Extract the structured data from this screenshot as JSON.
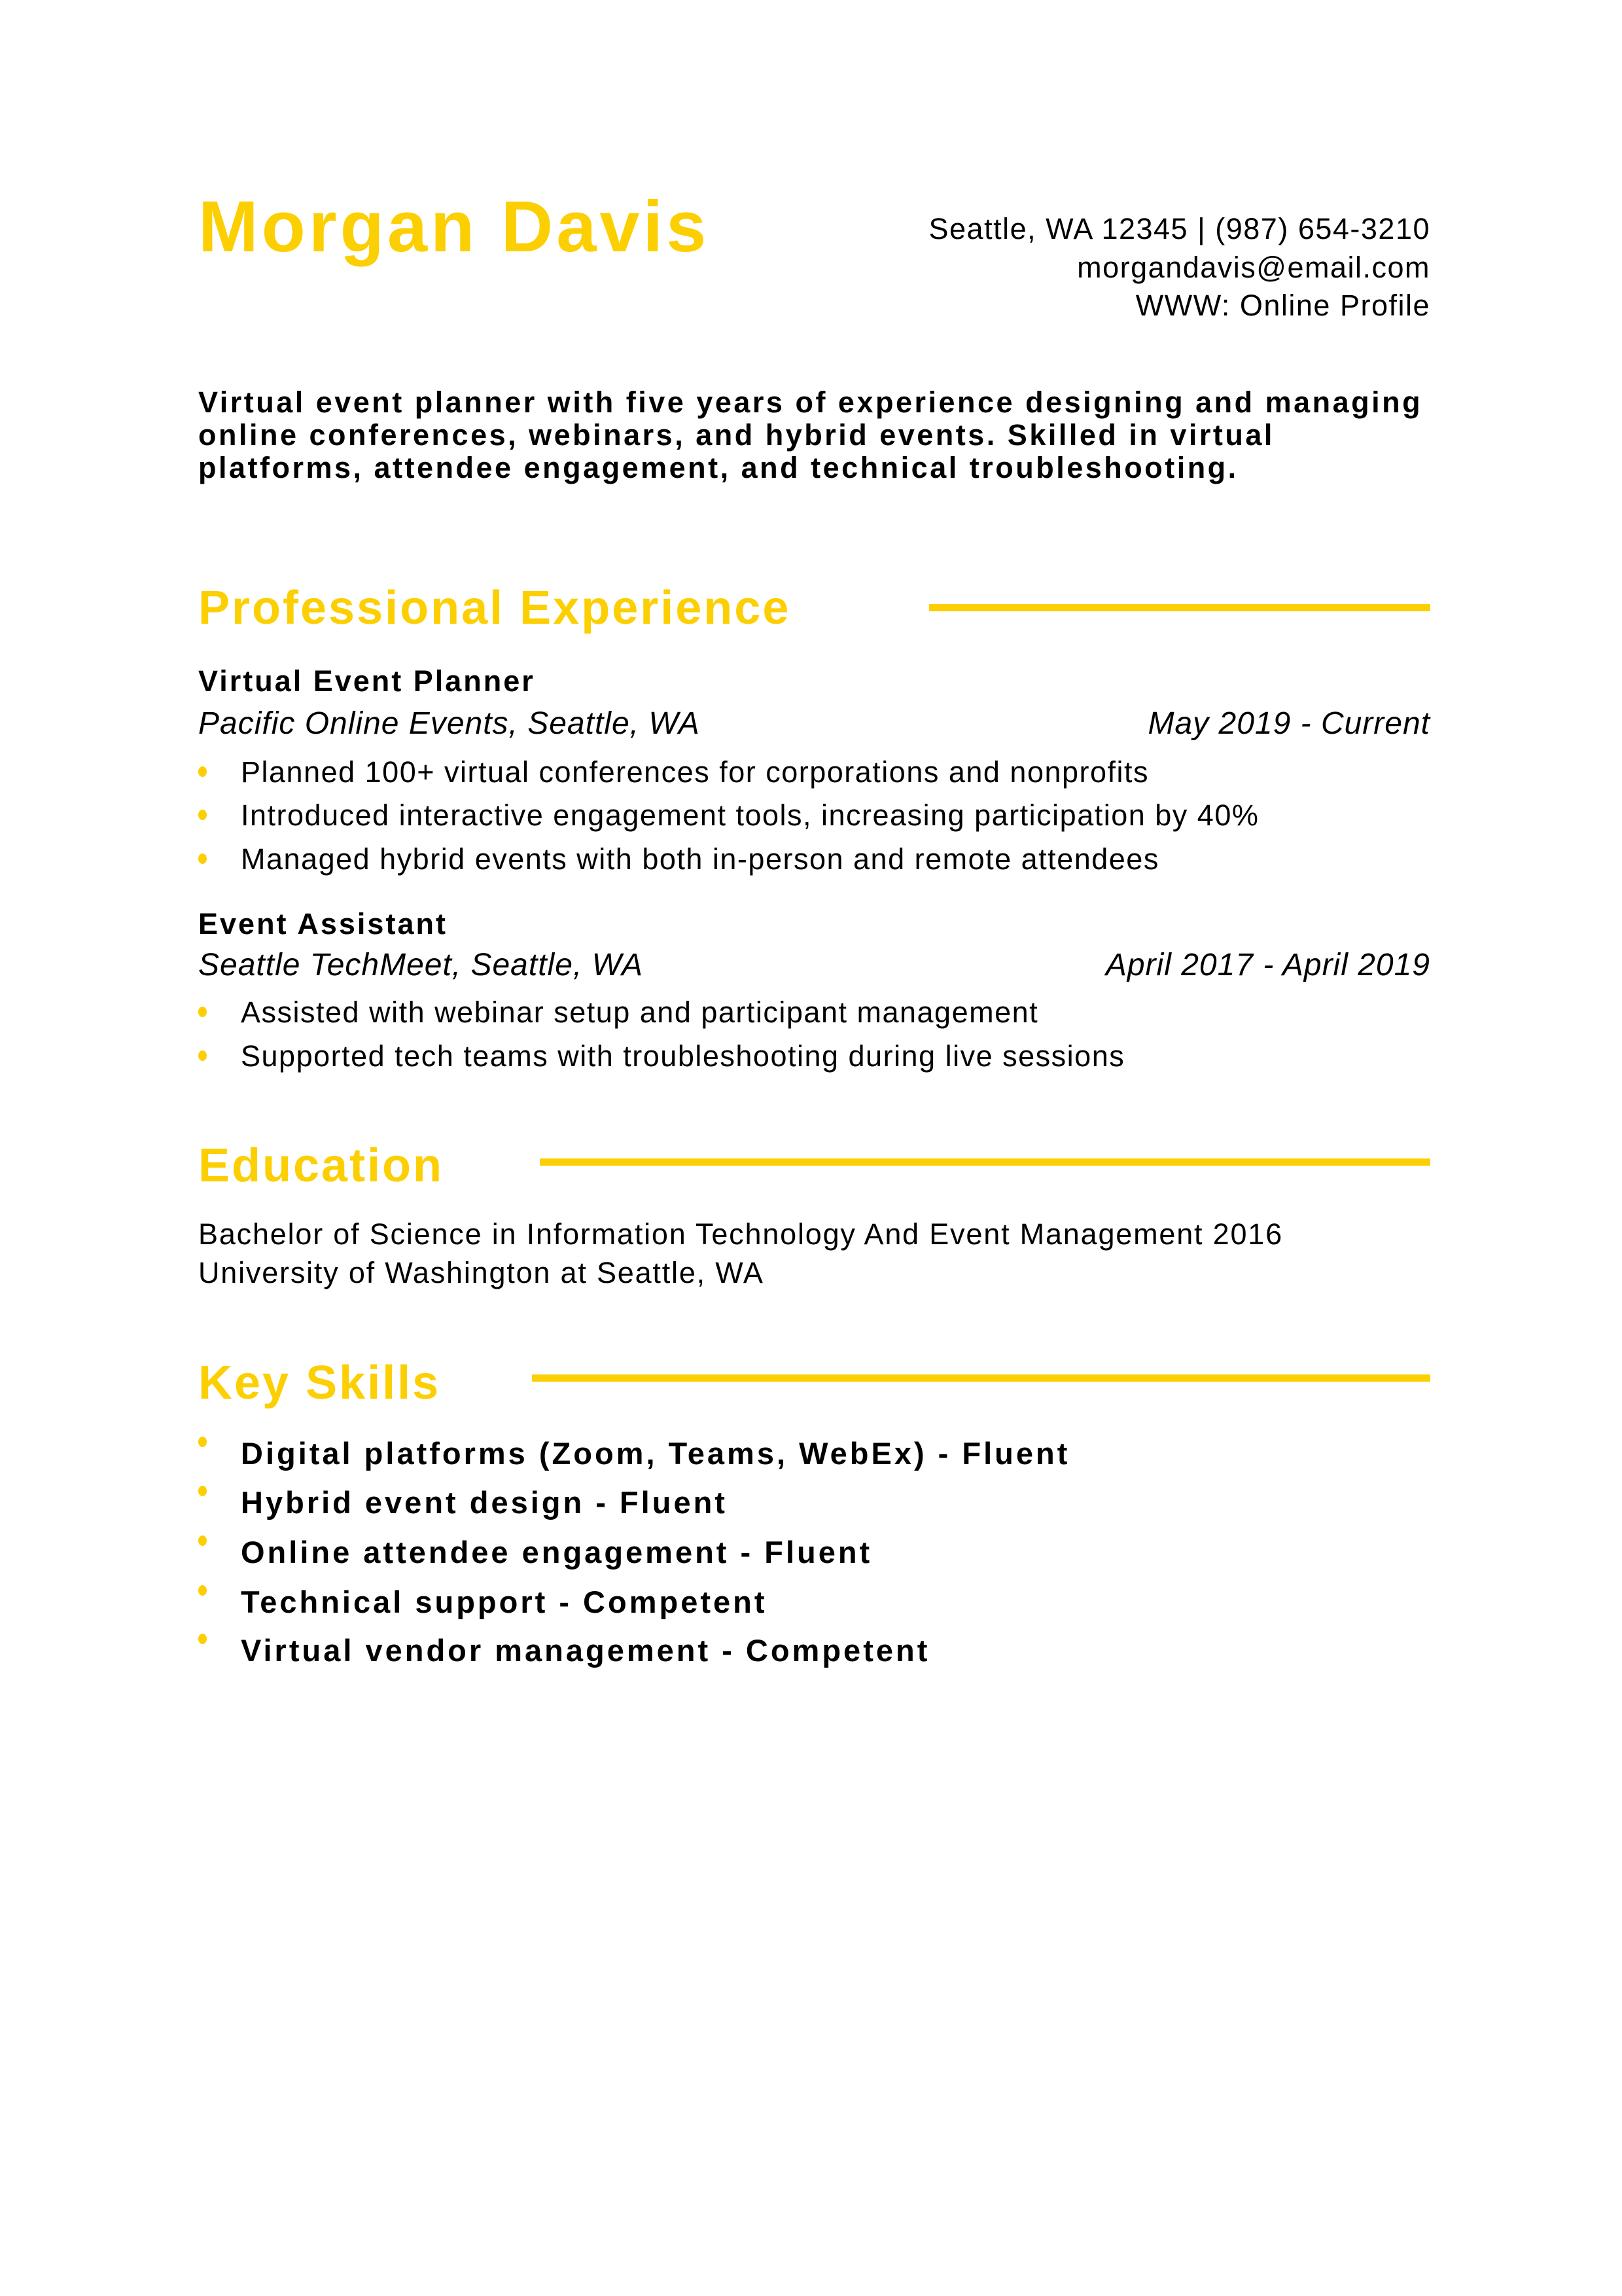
{
  "header": {
    "name": "Morgan Davis",
    "contact_line1": "Seattle, WA 12345 | (987) 654-3210",
    "email": "morgandavis@email.com",
    "website": "WWW: Online Profile"
  },
  "summary": "Virtual event planner with five years of experience designing and managing online conferences, webinars, and hybrid events. Skilled in virtual platforms, attendee engagement, and technical troubleshooting.",
  "experience": {
    "heading": "Professional Experience",
    "jobs": [
      {
        "title": "Virtual Event Planner",
        "company": "Pacific Online Events, Seattle, WA",
        "dates": "May 2019 - Current",
        "bullets": [
          "Planned 100+ virtual conferences for corporations and nonprofits",
          "Introduced interactive engagement tools, increasing participation by 40%",
          "Managed hybrid events with both in-person and remote attendees"
        ]
      },
      {
        "title": "Event Assistant",
        "company": "Seattle TechMeet, Seattle, WA",
        "dates": "April 2017 - April 2019",
        "bullets": [
          "Assisted with webinar setup and participant management",
          "Supported tech teams with troubleshooting during live sessions"
        ]
      }
    ]
  },
  "education": {
    "heading": "Education",
    "degree": "Bachelor of Science in Information Technology And Event Management 2016",
    "school": "University of Washington at Seattle, WA"
  },
  "skills": {
    "heading": "Key Skills",
    "items": [
      "Digital platforms (Zoom, Teams, WebEx) - Fluent",
      "Hybrid event design - Fluent",
      "Online attendee engagement - Fluent",
      "Technical support - Competent",
      "Virtual vendor management - Competent"
    ]
  },
  "colors": {
    "accent": "#FCCF03",
    "text": "#000000"
  }
}
